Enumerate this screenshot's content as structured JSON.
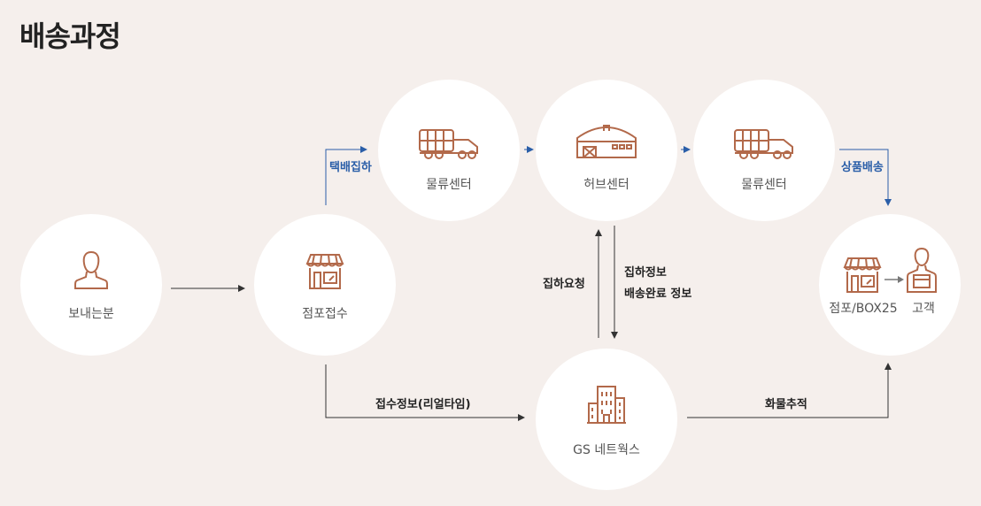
{
  "title": "배송과정",
  "nodes": {
    "sender": "보내는분",
    "store": "점포접수",
    "logistics1": "물류센터",
    "hub": "허브센터",
    "logistics2": "물류센터",
    "gs_network": "GS 네트웍스",
    "dest_store": "점포/BOX25",
    "customer": "고객"
  },
  "flows": {
    "pickup": "택배집하",
    "delivery": "상품배송",
    "pickup_request": "집하요청",
    "pickup_info_1": "집하정보",
    "pickup_info_2": "배송완료 정보",
    "receipt_info": "접수정보(리얼타임)",
    "tracking": "화물추적"
  },
  "colors": {
    "icon": "#b2694a",
    "blue": "#2a5ea8",
    "line": "#333333",
    "background": "#f5efec"
  }
}
